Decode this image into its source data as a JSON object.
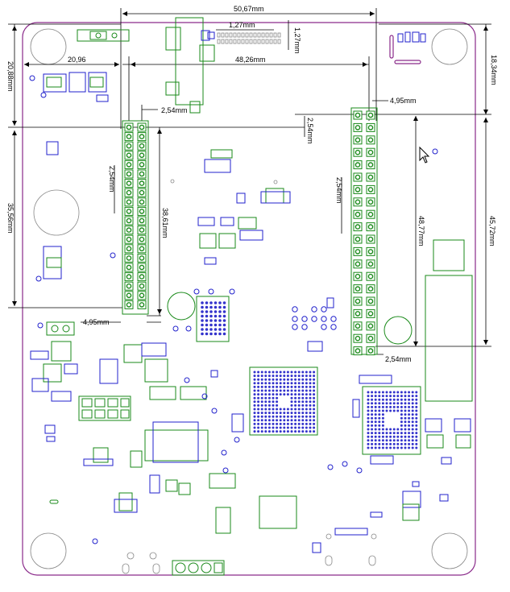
{
  "dimensions": {
    "top_width": "50,67mm",
    "top_pitch": "1,27mm",
    "top_right_pitch": "1,27mm",
    "left_offset": "20,96",
    "header_spacing": "48,26mm",
    "left_height": "20,88mm",
    "right_height": "18,34mm",
    "left_header_pitch_top": "2,54mm",
    "right_header_offset": "4,95mm",
    "right_header_pitch_top": "2,54mm",
    "left_header_pitch_side": "2,54mm",
    "left_header_length": "38,61mm",
    "left_section_height": "35,56mm",
    "right_header_pitch_side": "2,54mm",
    "right_header_length": "48,77mm",
    "right_section_height": "45,72mm",
    "left_header_bottom_offset": "4,95mm",
    "right_header_bottom_pitch": "2,54mm"
  },
  "colors": {
    "outline": "#8a2a8a",
    "component": "#1a8a1a",
    "pad": "#2222cc",
    "dimension": "#000000"
  },
  "icons": {
    "cursor": "mouse-pointer-icon"
  }
}
